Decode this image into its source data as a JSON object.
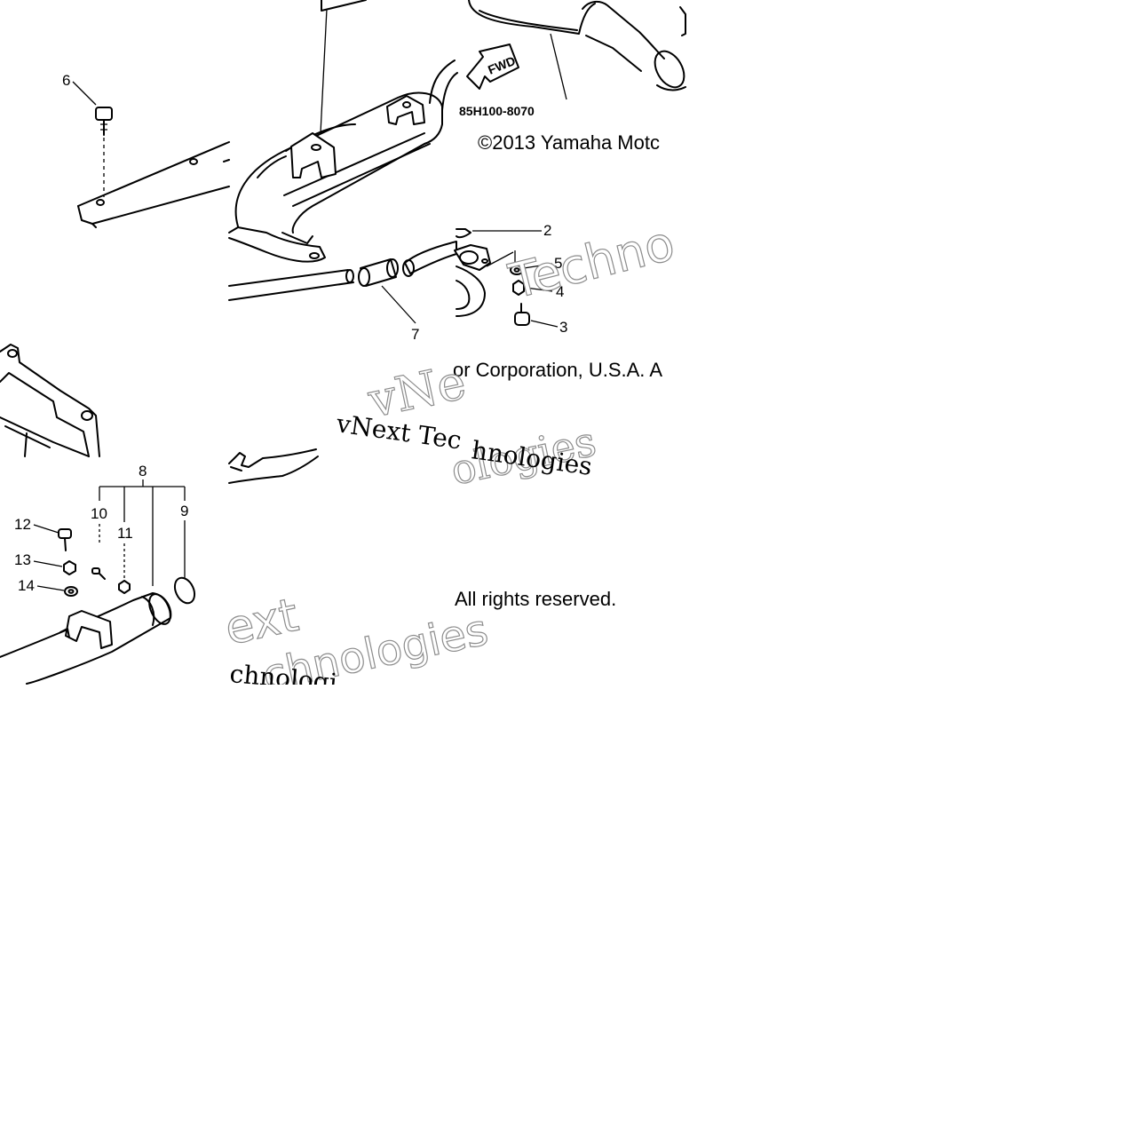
{
  "diagram": {
    "part_number": "85H100-8070",
    "fwd_label": "FWD",
    "callouts": [
      "2",
      "3",
      "4",
      "5",
      "6",
      "7",
      "8",
      "9",
      "10",
      "11",
      "12",
      "13",
      "14"
    ],
    "copyright": {
      "line1": "©2013 Yamaha Motc",
      "line2": "or Corporation, U.S.A. A",
      "line3": "All rights reserved."
    },
    "watermarks": {
      "vnext_tec": "vNext Tec",
      "vne": "vNe",
      "ologies": "ologies",
      "chnologies_1": "hnologies",
      "techno": "Techno",
      "ext": "ext",
      "chnologies_2": "chnologies",
      "chnologi": "chnologi"
    }
  }
}
